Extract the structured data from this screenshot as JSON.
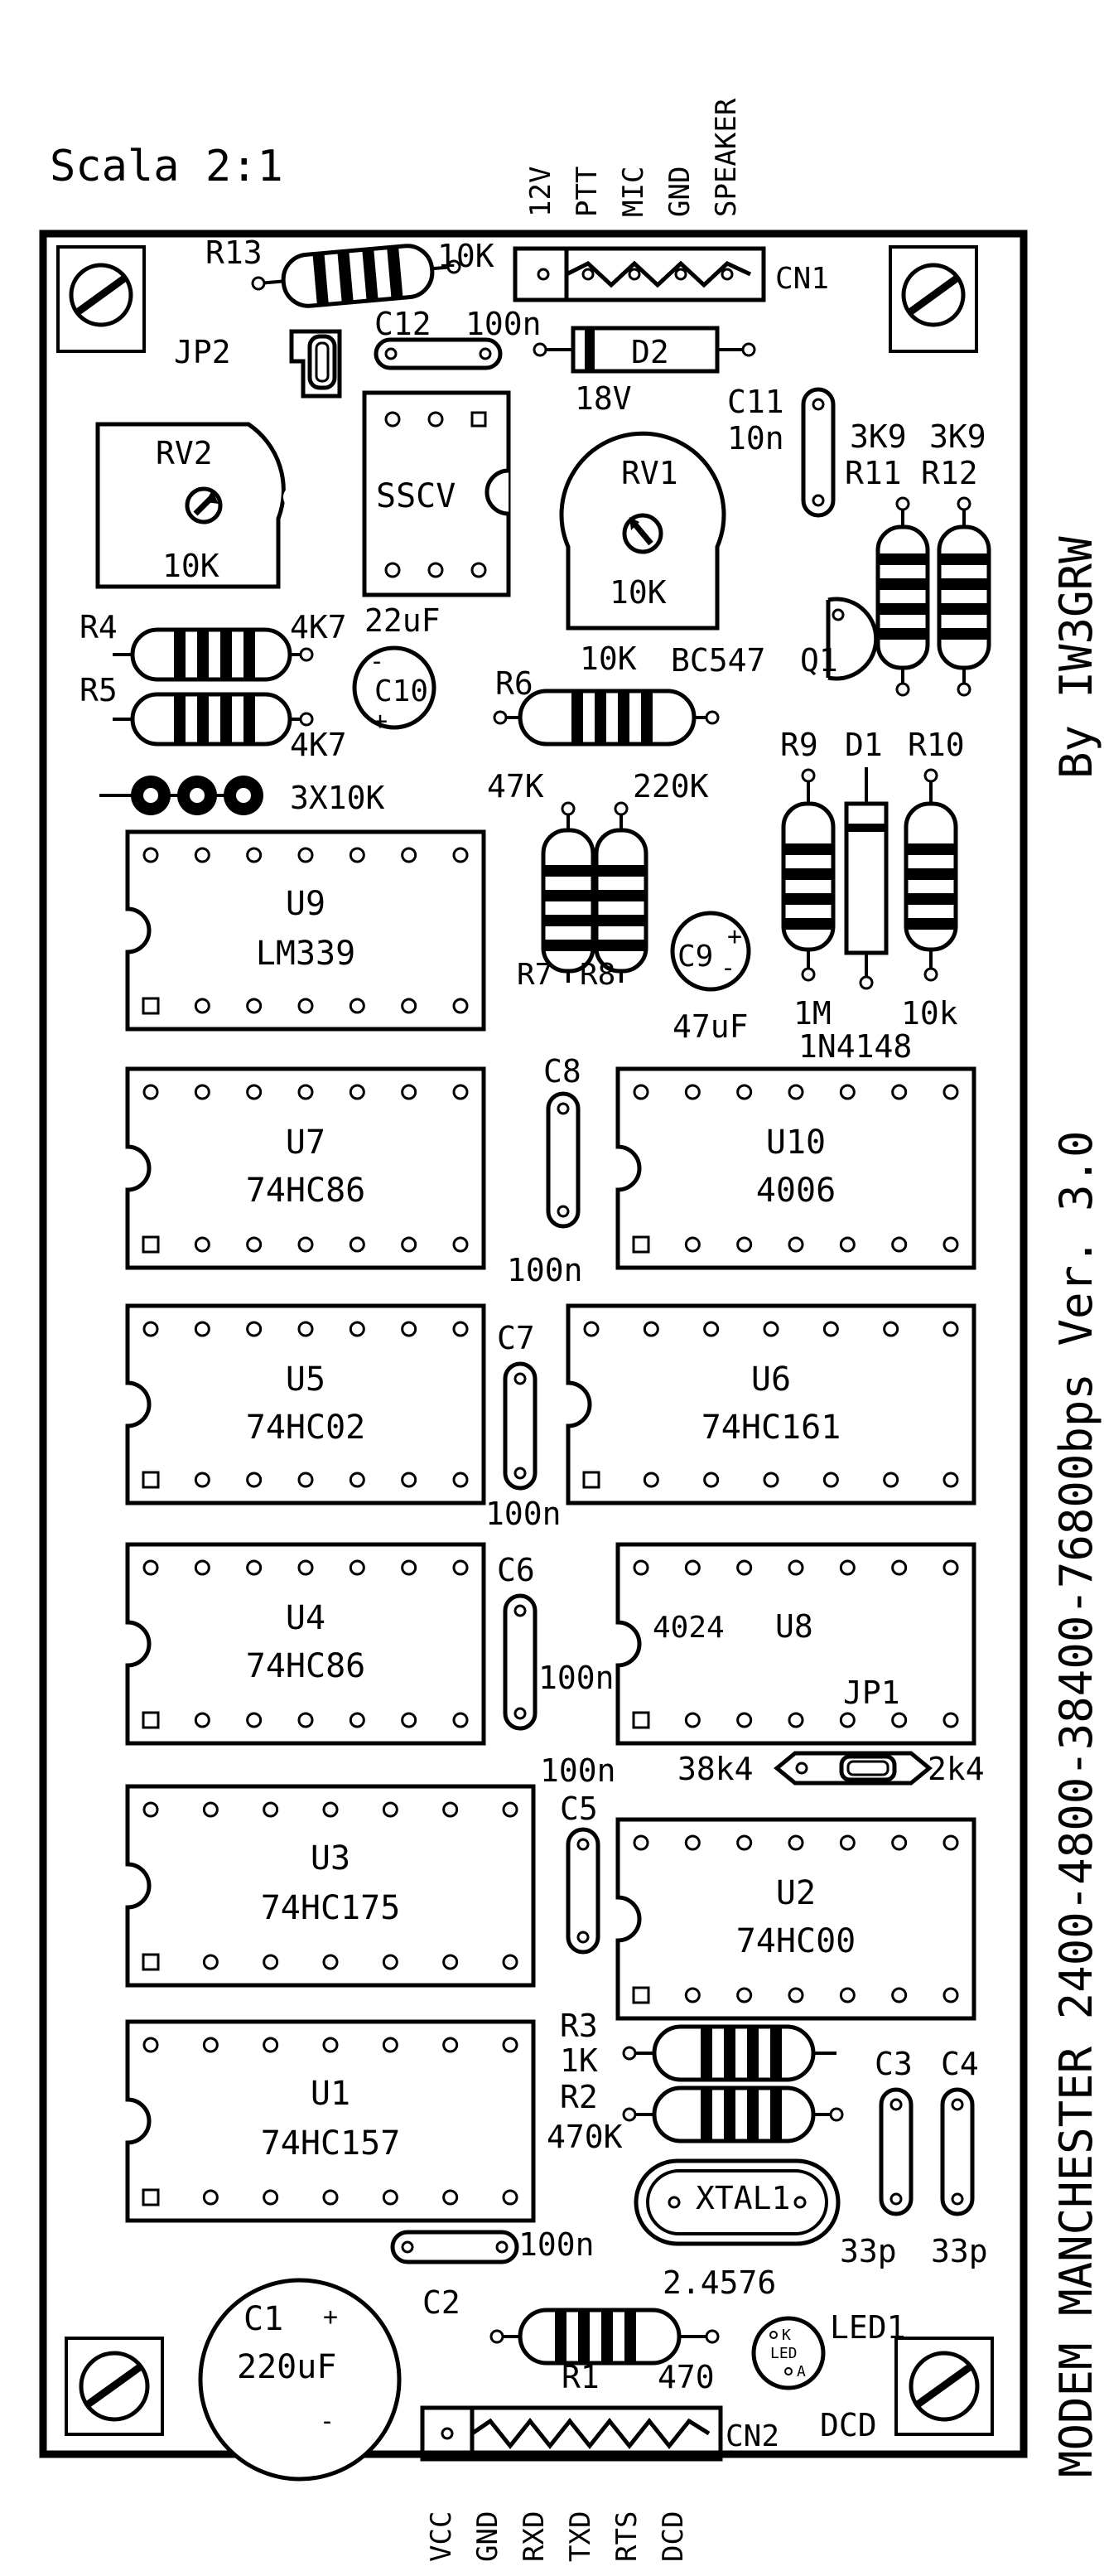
{
  "scale": "Scala 2:1",
  "title_vertical": "MODEM MANCHESTER 2400-4800-38400-76800bps Ver. 3.0",
  "author": "By IW3GRW",
  "cn1": {
    "ref": "CN1",
    "pins": [
      "12V",
      "PTT",
      "MIC",
      "GND",
      "SPEAKER"
    ]
  },
  "cn2": {
    "ref": "CN2",
    "pins": [
      "VCC",
      "GND",
      "RXD",
      "TXD",
      "RTS",
      "DCD"
    ]
  },
  "resistors": {
    "r13": {
      "ref": "R13",
      "value": "10K"
    },
    "r4": {
      "ref": "R4",
      "value": "4K7"
    },
    "r5": {
      "ref": "R5",
      "value": "4K7"
    },
    "r6": {
      "ref": "R6",
      "value": "10K"
    },
    "r7": {
      "ref": "R7",
      "value": "47K"
    },
    "r8": {
      "ref": "R8",
      "value": "220K"
    },
    "r9": {
      "ref": "R9",
      "value": "1M"
    },
    "r10": {
      "ref": "R10",
      "value": "10k"
    },
    "r11": {
      "ref": "R11",
      "value": "3K9"
    },
    "r12": {
      "ref": "R12",
      "value": "3K9"
    },
    "r3": {
      "ref": "R3",
      "value": "1K"
    },
    "r2": {
      "ref": "R2",
      "value": "470K"
    },
    "r1": {
      "ref": "R1",
      "value": "470"
    },
    "rnet": {
      "value": "3X10K"
    }
  },
  "caps": {
    "c12": {
      "ref": "C12",
      "value": "100n"
    },
    "c11": {
      "ref": "C11",
      "value": "10n"
    },
    "c10": {
      "ref": "C10",
      "value": "22uF"
    },
    "c9": {
      "ref": "C9",
      "value": "47uF"
    },
    "c8": {
      "ref": "C8",
      "value": "100n"
    },
    "c7": {
      "ref": "C7",
      "value": "100n"
    },
    "c6": {
      "ref": "C6",
      "value": "100n"
    },
    "c5": {
      "ref": "C5",
      "value": "100n"
    },
    "c3": {
      "ref": "C3",
      "value": "33p"
    },
    "c4": {
      "ref": "C4",
      "value": "33p"
    },
    "c2": {
      "ref": "C2",
      "value": "100n"
    },
    "c1": {
      "ref": "C1",
      "value": "220uF"
    }
  },
  "d2": {
    "ref": "D2",
    "value": "18V"
  },
  "d1": {
    "ref": "D1",
    "value": "1N4148"
  },
  "jp2": {
    "ref": "JP2"
  },
  "jp1": {
    "ref": "JP1",
    "left": "38k4",
    "right": "2k4"
  },
  "rv2": {
    "ref": "RV2",
    "value": "10K"
  },
  "rv1": {
    "ref": "RV1",
    "value": "10K"
  },
  "sscv": {
    "ref": "SSCV"
  },
  "q1": {
    "ref": "Q1",
    "part": "BC547"
  },
  "xtal": {
    "ref": "XTAL1",
    "value": "2.4576"
  },
  "led": {
    "ref": "LED1",
    "k": "K",
    "a": "A",
    "body": "LED",
    "caption": "DCD"
  },
  "ics": {
    "u9": {
      "ref": "U9",
      "part": "LM339"
    },
    "u7": {
      "ref": "U7",
      "part": "74HC86"
    },
    "u10": {
      "ref": "U10",
      "part": "4006"
    },
    "u5": {
      "ref": "U5",
      "part": "74HC02"
    },
    "u6": {
      "ref": "U6",
      "part": "74HC161"
    },
    "u4": {
      "ref": "U4",
      "part": "74HC86"
    },
    "u8": {
      "ref": "U8",
      "part": "4024"
    },
    "u3": {
      "ref": "U3",
      "part": "74HC175"
    },
    "u2": {
      "ref": "U2",
      "part": "74HC00"
    },
    "u1": {
      "ref": "U1",
      "part": "74HC157"
    }
  },
  "pol": {
    "plus": "+",
    "minus": "-"
  }
}
